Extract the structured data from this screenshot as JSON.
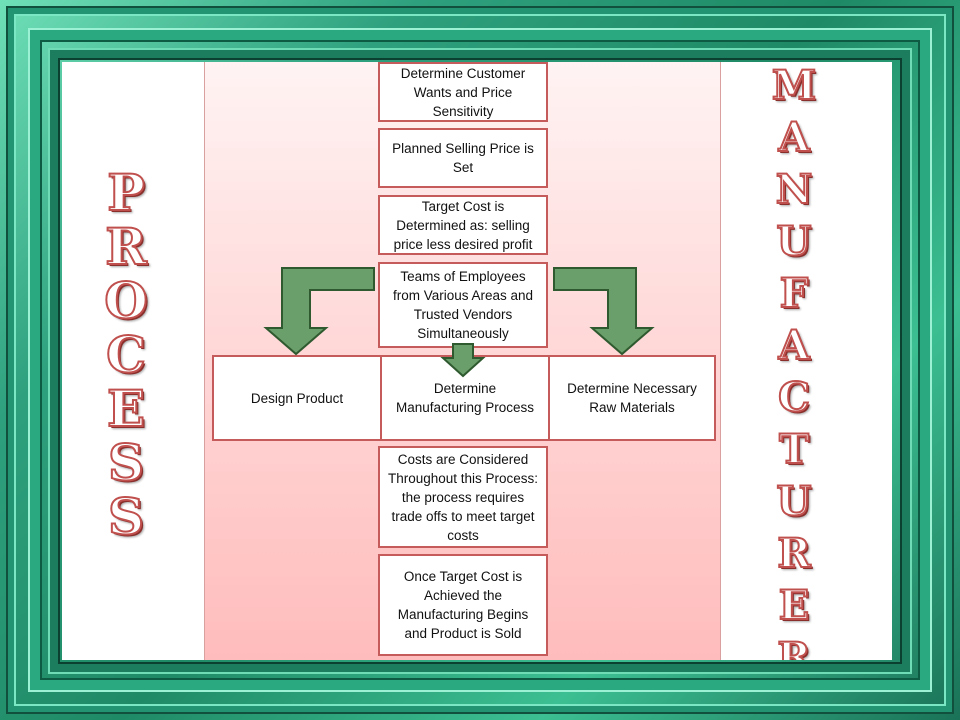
{
  "left_word": [
    "P",
    "R",
    "O",
    "C",
    "E",
    "S",
    "S"
  ],
  "right_word": [
    "M",
    "A",
    "N",
    "U",
    "F",
    "A",
    "C",
    "T",
    "U",
    "R",
    "E",
    "R"
  ],
  "flow_steps": [
    "Determine Customer Wants and Price Sensitivity",
    "Planned Selling Price is Set",
    "Target Cost is Determined as: selling price less desired profit",
    "Teams of Employees from Various Areas and Trusted Vendors Simultaneously"
  ],
  "parallel_steps": [
    "Design Product",
    "Determine Manufacturing Process",
    "Determine Necessary Raw Materials"
  ],
  "final_steps": [
    "Costs are Considered Throughout this Process: the process requires trade offs to meet target costs",
    "Once Target Cost is Achieved the Manufacturing Begins and Product is Sold"
  ],
  "colors": {
    "frame_green": "#2aa87f",
    "arrow_green": "#6a9e6a",
    "box_border": "#c65b5b",
    "letter_outline": "#c0504d"
  }
}
